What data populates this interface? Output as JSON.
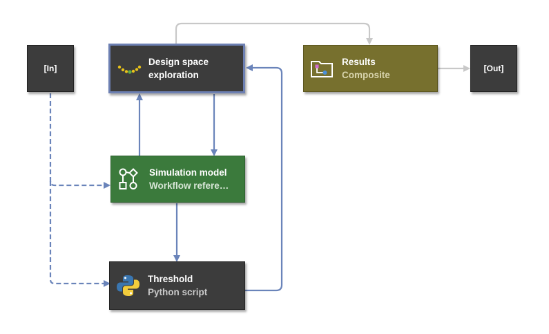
{
  "nodes": {
    "input": {
      "label": "[In]"
    },
    "output": {
      "label": "[Out]"
    },
    "design_space": {
      "title": "Design space",
      "subtitle": "exploration",
      "icon": "dse-dots-icon"
    },
    "simulation": {
      "title": "Simulation model",
      "subtitle": "Workflow refere…",
      "icon": "workflow-icon"
    },
    "threshold": {
      "title": "Threshold",
      "subtitle": "Python script",
      "icon": "python-icon"
    },
    "results": {
      "title": "Results",
      "subtitle": "Composite",
      "icon": "composite-folder-icon"
    }
  },
  "edges": [
    {
      "from": "input",
      "to": "simulation",
      "style": "dashed"
    },
    {
      "from": "input",
      "to": "threshold",
      "style": "dashed"
    },
    {
      "from": "design_space",
      "to": "simulation",
      "style": "solid"
    },
    {
      "from": "simulation",
      "to": "design_space",
      "style": "solid"
    },
    {
      "from": "simulation",
      "to": "threshold",
      "style": "solid"
    },
    {
      "from": "threshold",
      "to": "design_space",
      "style": "solid"
    },
    {
      "from": "design_space",
      "to": "results",
      "style": "grey"
    },
    {
      "from": "results",
      "to": "output",
      "style": "grey"
    }
  ],
  "colors": {
    "edge_blue": "#6a84ba",
    "edge_grey": "#c8c8c8",
    "node_dark": "#3c3c3c",
    "node_green": "#3b7a3c",
    "node_olive": "#77702e"
  }
}
